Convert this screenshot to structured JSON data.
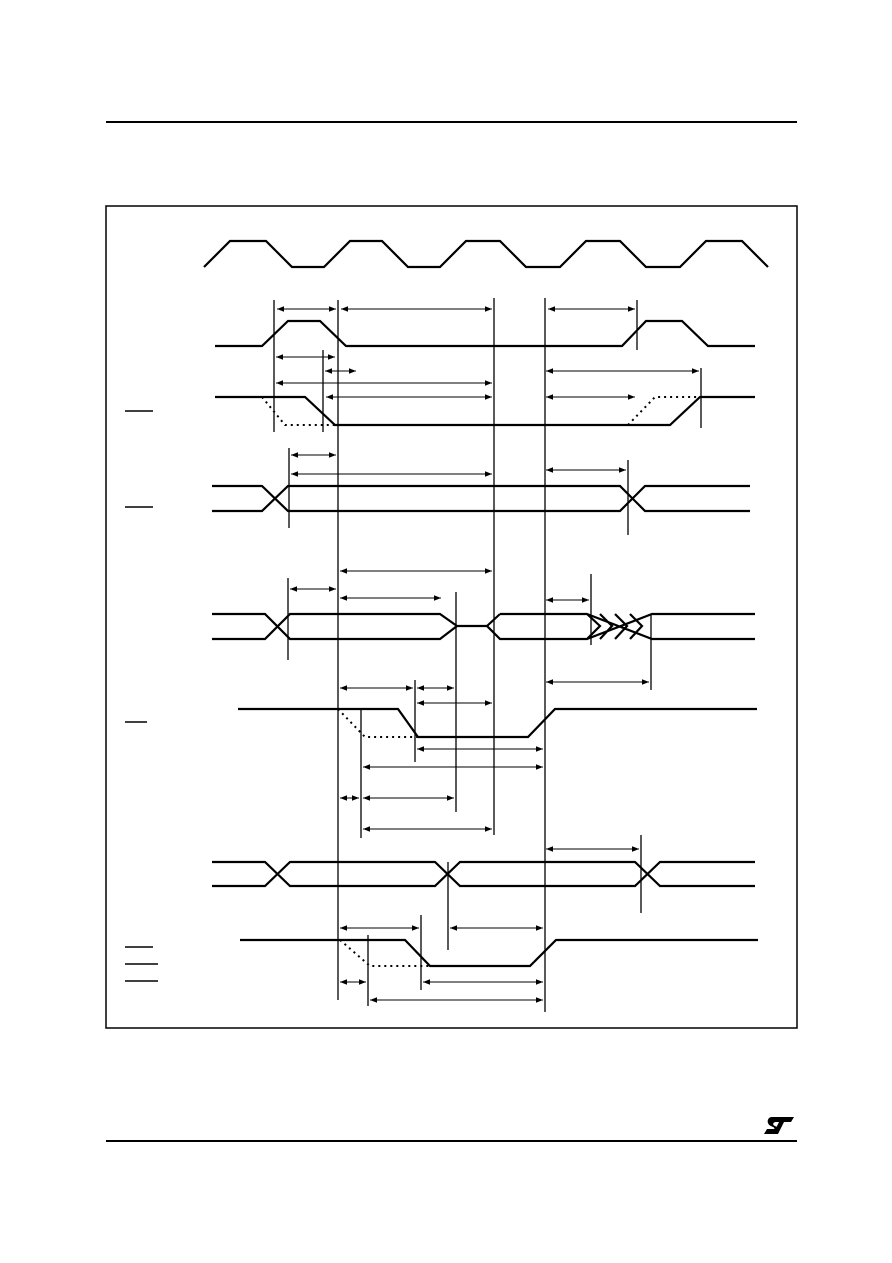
{
  "diagram": {
    "type": "timing-diagram",
    "signals": [
      {
        "id": "clock",
        "overline": false
      },
      {
        "id": "signal-2",
        "overline": false
      },
      {
        "id": "signal-3",
        "overline": true
      },
      {
        "id": "signal-4",
        "overline": true
      },
      {
        "id": "bus-1",
        "overline": false
      },
      {
        "id": "signal-6",
        "overline": true
      },
      {
        "id": "bus-2",
        "overline": false
      },
      {
        "id": "signal-8",
        "overline": true
      }
    ]
  },
  "branding": {
    "logo_icon": "st-logo-icon"
  }
}
